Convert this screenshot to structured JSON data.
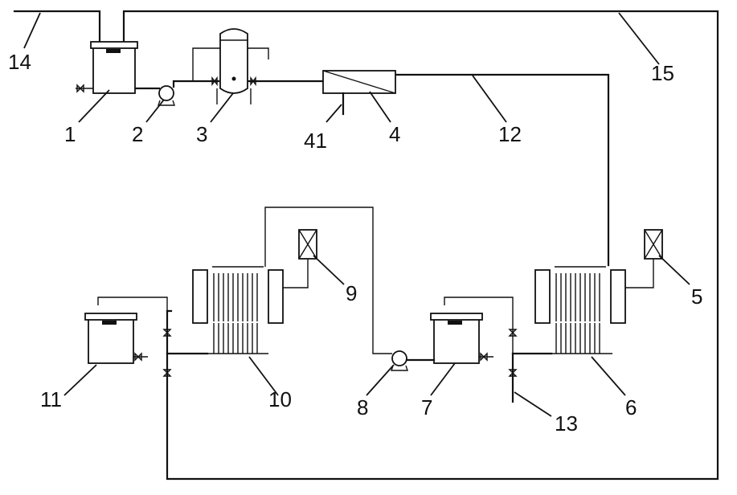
{
  "labels": {
    "l1": "1",
    "l2": "2",
    "l3": "3",
    "l4": "4",
    "l41": "41",
    "l5": "5",
    "l6": "6",
    "l7": "7",
    "l8": "8",
    "l9": "9",
    "l10": "10",
    "l11": "11",
    "l12": "12",
    "l13": "13",
    "l14": "14",
    "l15": "15"
  }
}
